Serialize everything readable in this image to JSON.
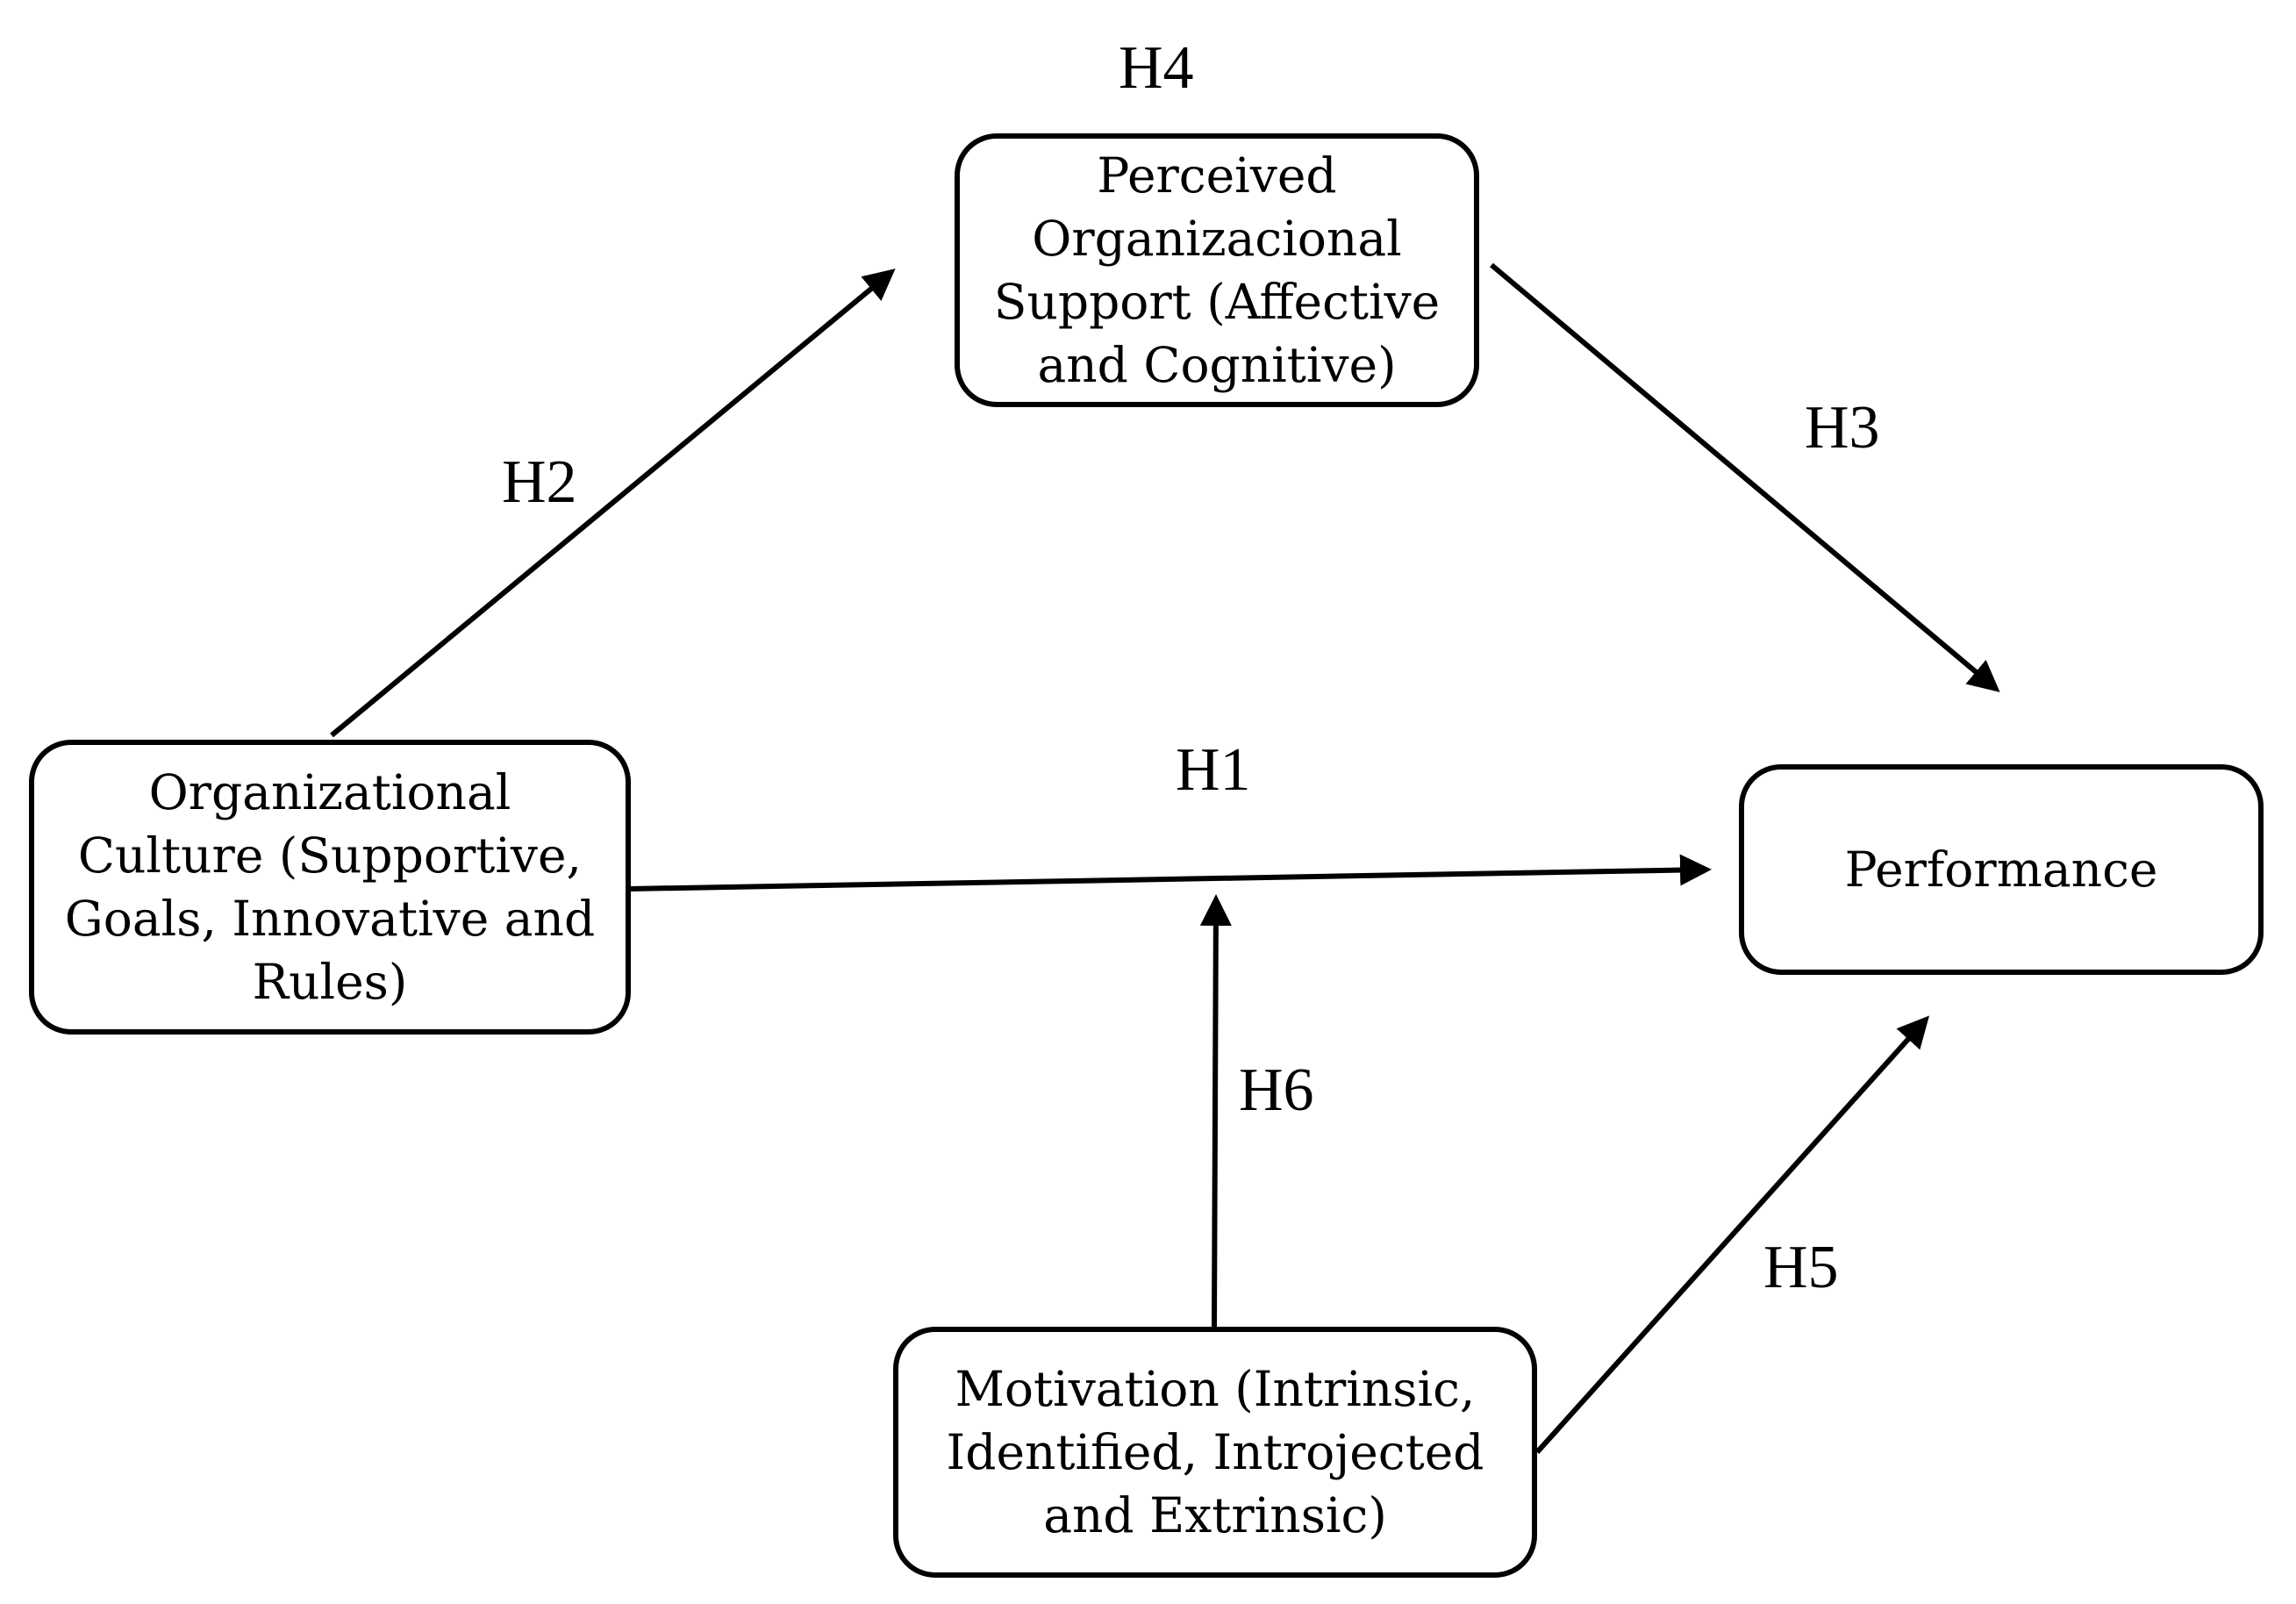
{
  "nodes": {
    "perceived_support": {
      "label": "Perceived\nOrganizacional\nSupport (Affective\nand Cognitive)"
    },
    "org_culture": {
      "label": "Organizational\nCulture (Supportive,\nGoals, Innovative and\nRules)"
    },
    "performance": {
      "label": "Performance"
    },
    "motivation": {
      "label": "Motivation (Intrinsic,\nIdentified, Introjected\nand Extrinsic)"
    }
  },
  "hypotheses": {
    "h1": "H1",
    "h2": "H2",
    "h3": "H3",
    "h4": "H4",
    "h5": "H5",
    "h6": "H6"
  },
  "colors": {
    "stroke": "#000000",
    "background": "#ffffff"
  }
}
